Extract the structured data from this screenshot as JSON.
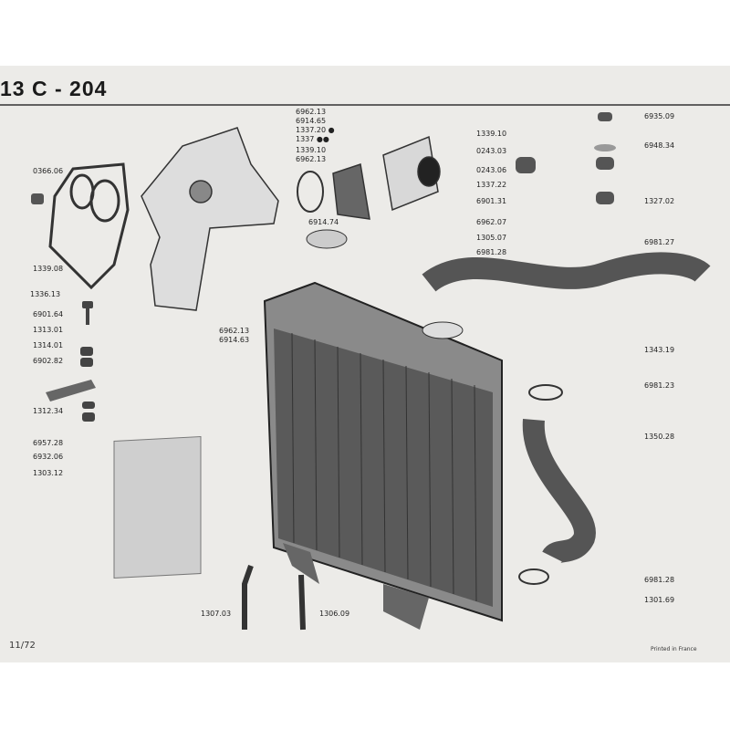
{
  "header": {
    "title": "13 C - 204"
  },
  "labels": [
    "0366.06",
    "1339.08",
    "1336.13",
    "6901.64",
    "1313.01",
    "1314.01",
    "6902.82",
    "1312.34",
    "6957.28",
    "6932.06",
    "1303.12",
    "6962.13",
    "6914.65",
    "1337.20 ●",
    "1337 ●●",
    "1339.10",
    "6962.13",
    "6914.74",
    "1339.10",
    "0243.03",
    "0243.06",
    "1337.22",
    "6901.31",
    "6962.07",
    "1305.07",
    "6981.28",
    "6935.09",
    "6948.34",
    "1327.02",
    "6981.27",
    "6962.13",
    "6914.63",
    "1343.19",
    "6981.23",
    "1350.28",
    "6981.28",
    "1301.69",
    "1307.03",
    "1306.09"
  ],
  "footer": {
    "page": "11/72",
    "printed": "Printed in France"
  }
}
